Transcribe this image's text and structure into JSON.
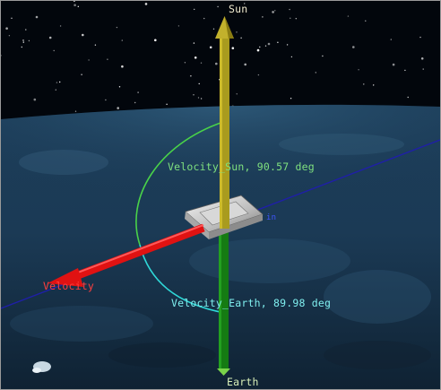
{
  "scene": {
    "colors": {
      "space": "#02060c",
      "earth_surface": "#1a3a55",
      "sun_vector": "#a99b1e",
      "earth_vector": "#157b13",
      "velocity_vector": "#e01212",
      "orbit_line": "#1f1fa8",
      "sun_angle_arc": "#49d249",
      "earth_angle_arc": "#2fd8d8"
    },
    "labels": {
      "sun": "Sun",
      "earth": "Earth",
      "velocity": "Velocity",
      "velocity_sun_angle": "Velocity_Sun, 90.57 deg",
      "velocity_earth_angle": "Velocity_Earth, 89.98 deg",
      "partial_label": "in"
    }
  }
}
